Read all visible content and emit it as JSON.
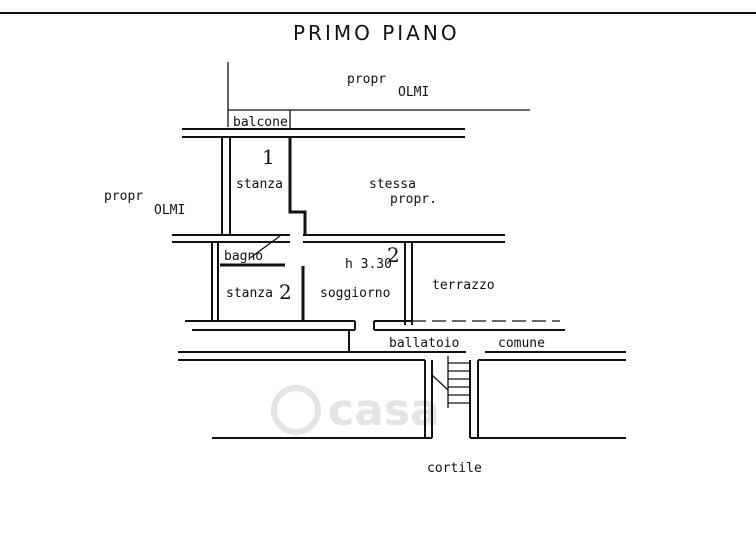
{
  "title": "PRIMO PIANO",
  "labels": {
    "propr_top": "propr",
    "olmi_top": "OLMI",
    "propr_left": "propr",
    "olmi_left": "OLMI",
    "balcone": "balcone",
    "room_number_1": "1",
    "stanza_1": "stanza",
    "stessa": "stessa",
    "propr_mid": "propr.",
    "bagno": "bagno",
    "height": "h 3.30",
    "room_number_2": "2",
    "stanza_2": "stanza",
    "room_number_2b": "2",
    "soggiorno": "soggiorno",
    "terrazzo": "terrazzo",
    "ballatoio": "ballatoio",
    "comune": "comune",
    "cortile": "cortile"
  },
  "watermark": "casa"
}
